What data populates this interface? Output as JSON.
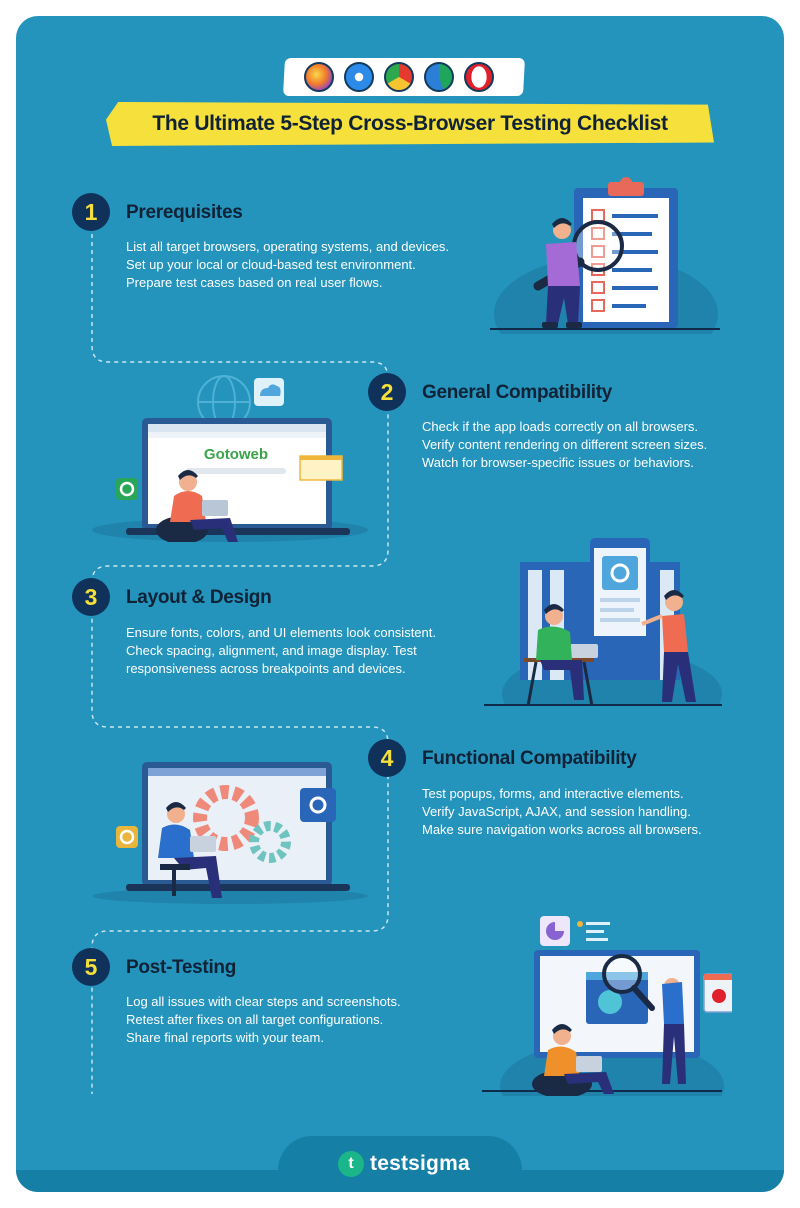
{
  "header": {
    "title_pre": "The Ultimate ",
    "title_bold": "5-Step",
    "title_post": " Cross-Browser Testing Checklist",
    "browser_icons": [
      "firefox-icon",
      "safari-icon",
      "chrome-icon",
      "edge-icon",
      "opera-icon"
    ]
  },
  "steps": [
    {
      "number": "1",
      "title": "Prerequisites",
      "lines": [
        "List all target browsers, operating systems, and devices.",
        "Set up your local or cloud-based test environment.",
        "Prepare test cases based on real user flows."
      ]
    },
    {
      "number": "2",
      "title": "General Compatibility",
      "lines": [
        "Check if the app loads correctly on all browsers.",
        "Verify content rendering on different screen sizes.",
        "Watch for browser-specific issues or behaviors."
      ]
    },
    {
      "number": "3",
      "title": "Layout & Design",
      "lines": [
        "Ensure fonts, colors, and UI elements look consistent.",
        "Check spacing, alignment, and image display. Test",
        "responsiveness across breakpoints and devices."
      ]
    },
    {
      "number": "4",
      "title": "Functional Compatibility",
      "lines": [
        "Test popups, forms, and interactive elements.",
        "Verify JavaScript, AJAX, and session handling.",
        "Make sure navigation works across all browsers."
      ]
    },
    {
      "number": "5",
      "title": "Post-Testing",
      "lines": [
        "Log all issues with clear steps and screenshots.",
        "Retest after fixes on all target configurations.",
        "Share final reports with your team."
      ]
    }
  ],
  "illustration2": {
    "site_name": "Gotoweb"
  },
  "footer": {
    "brand": "testsigma",
    "logo_letter": "t"
  },
  "colors": {
    "background": "#2494bd",
    "title_highlight": "#f6e03c",
    "step_badge": "#10315a",
    "step_number": "#f5df3a"
  }
}
